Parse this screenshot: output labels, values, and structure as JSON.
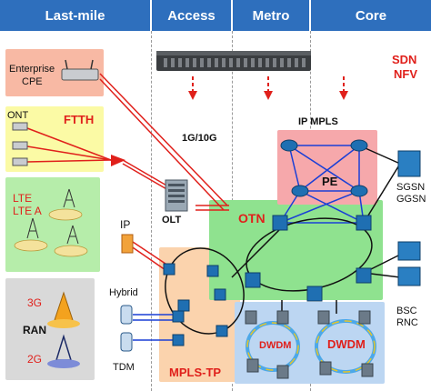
{
  "header": {
    "col1": "Last-mile",
    "col2": "Access",
    "col3": "Metro",
    "col4": "Core"
  },
  "labels": {
    "sdn": "SDN",
    "nfv": "NFV",
    "enterprise": "Enterprise",
    "cpe": "CPE",
    "ont": "ONT",
    "ftth": "FTTH",
    "lte": "LTE",
    "lte_a": "LTE A",
    "ip": "IP",
    "ran": "RAN",
    "g3": "3G",
    "g2": "2G",
    "hybrid": "Hybrid",
    "tdm": "TDM",
    "speed": "1G/10G",
    "ip_mpls": "IP MPLS",
    "pe": "PE",
    "otn": "OTN",
    "olt": "OLT",
    "sgsn": "SGSN",
    "ggsn": "GGSN",
    "bsc": "BSC",
    "rnc": "RNC",
    "dwdm1": "DWDM",
    "dwdm2": "DWDM",
    "mpls_tp": "MPLS-TP"
  },
  "colors": {
    "header_bg": "#2e6fbd",
    "link_red": "#e0201b",
    "link_blue": "#1a3fd6",
    "pe_zone": "#f6a8ab",
    "otn_zone": "#8fe28f",
    "dwdm_zone": "#bcd6f2",
    "mpls_tp_zone": "#fbd3ad"
  }
}
